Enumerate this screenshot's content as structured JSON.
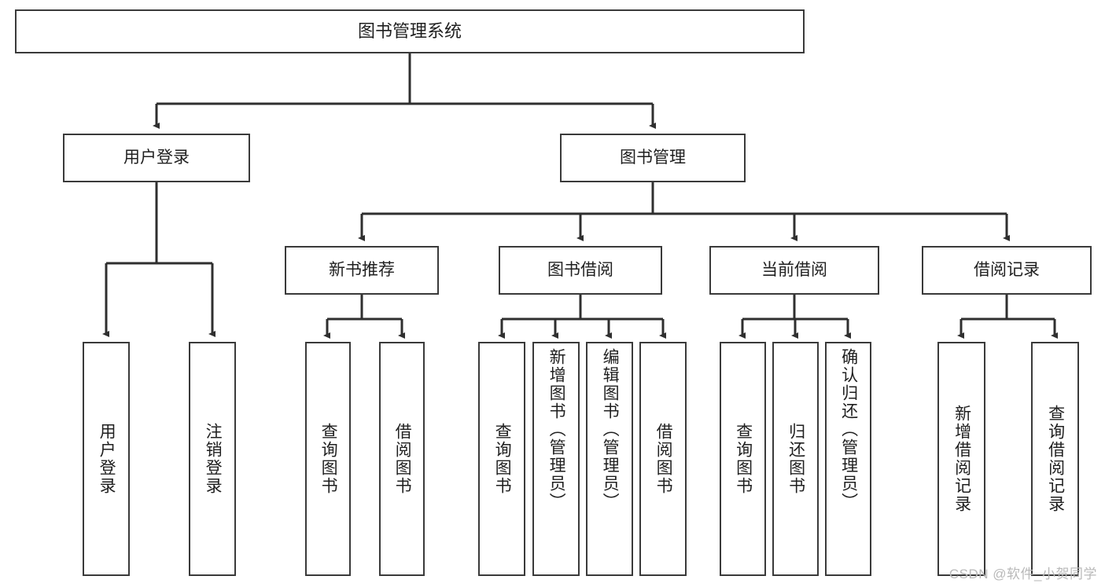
{
  "diagram": {
    "title_label": "图书管理系统",
    "watermark": "CSDN @软件_小贺同学",
    "line_color": "#3a3a3a",
    "box_fill": "#ffffff",
    "text_color": "#1f1f1f",
    "watermark_color": "#b9b9b9",
    "type": "tree-hierarchy"
  },
  "root": {
    "label": "图书管理系统"
  },
  "level1": [
    {
      "label": "用户登录"
    },
    {
      "label": "图书管理"
    }
  ],
  "level2": [
    {
      "label": "新书推荐"
    },
    {
      "label": "图书借阅"
    },
    {
      "label": "当前借阅"
    },
    {
      "label": "借阅记录"
    }
  ],
  "leaves": {
    "user_login": [
      {
        "label": "用户登录"
      },
      {
        "label": "注销登录"
      }
    ],
    "new_book_recommend": [
      {
        "label": "查询图书"
      },
      {
        "label": "借阅图书"
      }
    ],
    "book_borrow": [
      {
        "label": "查询图书"
      },
      {
        "label": "新增图书（管理员）"
      },
      {
        "label": "编辑图书（管理员）"
      },
      {
        "label": "借阅图书"
      }
    ],
    "current_borrow": [
      {
        "label": "查询图书"
      },
      {
        "label": "归还图书"
      },
      {
        "label": "确认归还（管理员）"
      }
    ],
    "borrow_record": [
      {
        "label": "新增借阅记录"
      },
      {
        "label": "查询借阅记录"
      }
    ]
  }
}
